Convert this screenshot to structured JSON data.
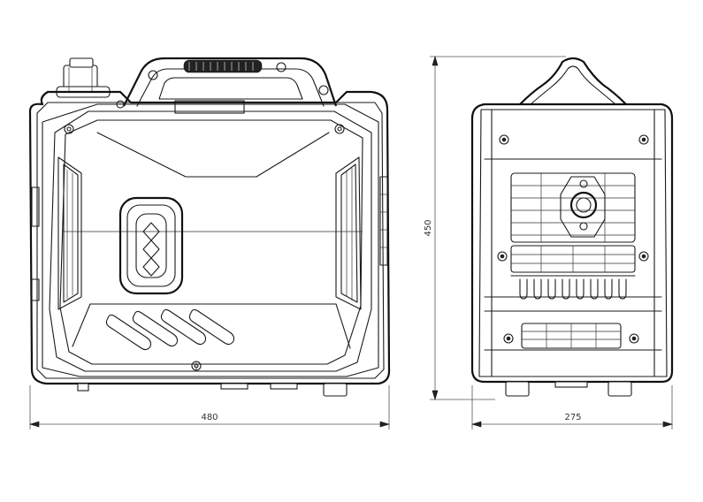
{
  "dimensions": {
    "width_front": "480",
    "height": "450",
    "depth_side": "275"
  },
  "colors": {
    "line": "#1a1a1a",
    "dimension": "#555555",
    "background": "#ffffff"
  }
}
